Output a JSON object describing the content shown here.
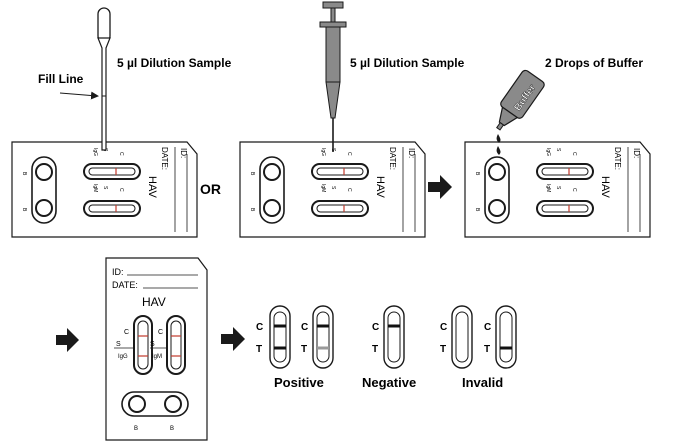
{
  "labels": {
    "fill_line": "Fill Line",
    "sample_1": "5 µl Dilution Sample",
    "sample_2": "5 µl Dilution Sample",
    "buffer_step": "2 Drops of Buffer",
    "or": "OR",
    "buffer_bottle": "Buffer"
  },
  "cassette": {
    "id_label": "ID:",
    "date_label": "DATE:",
    "test_name": "HAV",
    "igg_label": "IgG",
    "igm_label": "IgM",
    "s_label": "S",
    "c_label": "C",
    "b_label": "B"
  },
  "results": {
    "c_label": "C",
    "t_label": "T",
    "positive": "Positive",
    "negative": "Negative",
    "invalid": "Invalid"
  },
  "colors": {
    "ink": "#1a1a1a",
    "control_line": "#111111",
    "faint_test_line": "#9a9a9a",
    "window_red": "#c0392b",
    "dropper_gray": "#8a8a8a"
  },
  "icons": [
    "dropper-icon",
    "pipette-icon",
    "buffer-bottle-icon",
    "arrow-right-icon"
  ]
}
